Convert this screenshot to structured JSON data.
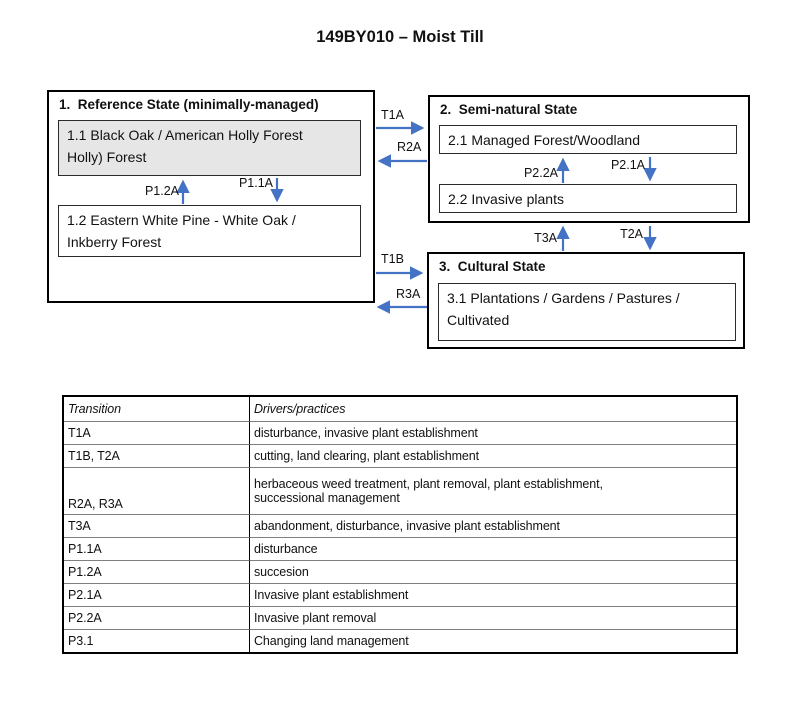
{
  "title": "149BY010 – Moist Till",
  "colors": {
    "arrow_blue": "#4472C4",
    "community_gray_fill": "#e7e6e6",
    "border_black": "#000000",
    "table_inner_line": "#7f7f7f"
  },
  "diagram": {
    "state1": {
      "header": "1.  Reference State (minimally-managed)",
      "c11": "1.1 Black Oak / American Holly Forest\nHolly) Forest",
      "c12": "1.2 Eastern White Pine - White Oak /\nInkberry Forest"
    },
    "state2": {
      "header": "2.  Semi-natural State",
      "c21": "2.1 Managed Forest/Woodland",
      "c22": "2.2 Invasive plants"
    },
    "state3": {
      "header": "3.  Cultural State",
      "c31": "3.1 Plantations / Gardens / Pastures /\nCultivated"
    },
    "arrows": {
      "t1a": "T1A",
      "r2a": "R2A",
      "t1b": "T1B",
      "r3a": "R3A",
      "p12a": "P1.2A",
      "p11a": "P1.1A",
      "p22a": "P2.2A",
      "p21a": "P2.1A",
      "t3a": "T3A",
      "t2a": "T2A"
    }
  },
  "table": {
    "headers": [
      "Transition",
      "Drivers/practices"
    ],
    "rows": [
      {
        "transition": "T1A",
        "drivers": "disturbance, invasive plant establishment"
      },
      {
        "transition": "T1B, T2A",
        "drivers": "cutting, land clearing, plant establishment"
      },
      {
        "transition": "R2A, R3A",
        "drivers": "herbaceous weed treatment, plant removal, plant establishment,\nsuccessional management"
      },
      {
        "transition": "T3A",
        "drivers": "abandonment, disturbance, invasive plant establishment"
      },
      {
        "transition": "P1.1A",
        "drivers": "disturbance"
      },
      {
        "transition": "P1.2A",
        "drivers": "succesion"
      },
      {
        "transition": "P2.1A",
        "drivers": "Invasive plant establishment"
      },
      {
        "transition": "P2.2A",
        "drivers": "Invasive plant removal"
      },
      {
        "transition": "P3.1",
        "drivers": "Changing land management"
      }
    ]
  }
}
